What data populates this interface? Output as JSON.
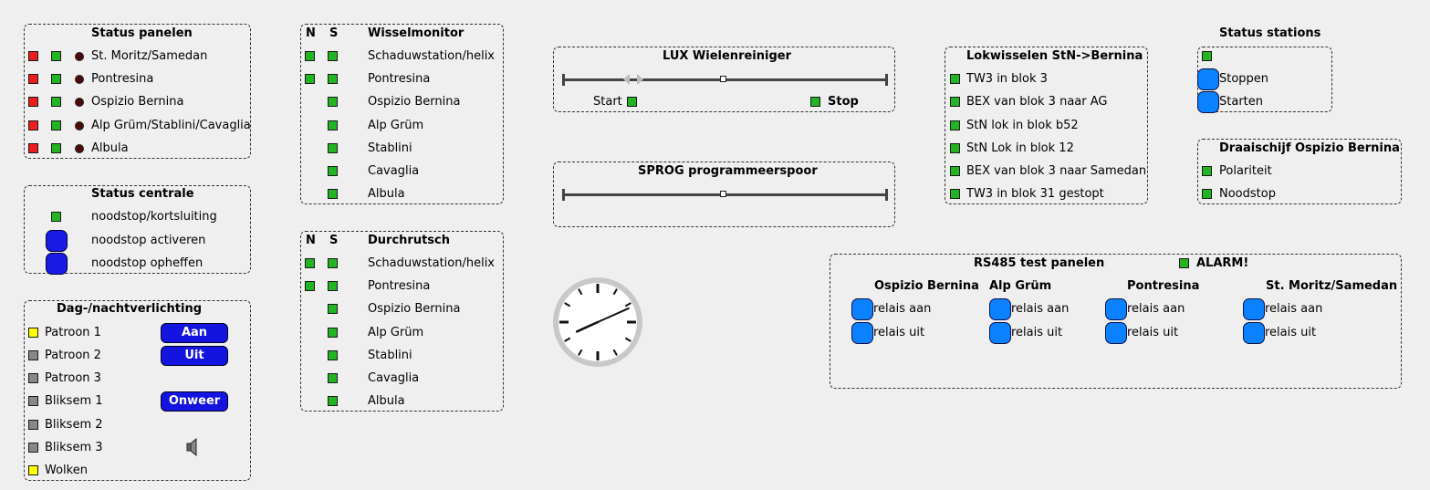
{
  "status_panelen": {
    "title": "Status panelen",
    "rows": [
      "St. Moritz/Samedan",
      "Pontresina",
      "Ospizio Bernina",
      "Alp Grüm/Stablini/Cavaglia",
      "Albula"
    ]
  },
  "status_centrale": {
    "title": "Status centrale",
    "rows": [
      "noodstop/kortsluiting",
      "noodstop activeren",
      "noodstop opheffen"
    ]
  },
  "dag_nacht": {
    "title": "Dag-/nachtverlichting",
    "rows": [
      "Patroon 1",
      "Patroon 2",
      "Patroon 3",
      "Bliksem 1",
      "Bliksem 2",
      "Bliksem 3",
      "Wolken"
    ],
    "aan": "Aan",
    "uit": "Uit",
    "onweer": "Onweer"
  },
  "wisselmonitor": {
    "col_n": "N",
    "col_s": "S",
    "title": "Wisselmonitor",
    "rows": [
      "Schaduwstation/helix",
      "Pontresina",
      "Ospizio Bernina",
      "Alp Grüm",
      "Stablini",
      "Cavaglia",
      "Albula"
    ]
  },
  "durchrutsch": {
    "col_n": "N",
    "col_s": "S",
    "title": "Durchrutsch",
    "rows": [
      "Schaduwstation/helix",
      "Pontresina",
      "Ospizio Bernina",
      "Alp Grüm",
      "Stablini",
      "Cavaglia",
      "Albula"
    ]
  },
  "lux": {
    "title": "LUX Wielenreiniger",
    "start": "Start",
    "stop": "Stop",
    "slider_value": 0.5
  },
  "sprog": {
    "title": "SPROG programmeerspoor",
    "slider_value": 0.5
  },
  "lokwisselen": {
    "title": "Lokwisselen StN->Bernina",
    "rows": [
      "TW3 in blok 3",
      "BEX van blok 3 naar AG",
      "StN lok in blok b52",
      "StN Lok in blok 12",
      "BEX van blok 3 naar Samedan",
      "TW3 in blok 31 gestopt"
    ]
  },
  "status_stations": {
    "title": "Status stations",
    "stoppen": "Stoppen",
    "starten": "Starten"
  },
  "draaischijf": {
    "title": "Draaischijf Ospizio Bernina",
    "rows": [
      "Polariteit",
      "Noodstop"
    ]
  },
  "rs485": {
    "title": "RS485 test panelen",
    "alarm": "ALARM!",
    "groups": [
      {
        "name": "Ospizio Bernina",
        "aan": "relais aan",
        "uit": "relais uit"
      },
      {
        "name": "Alp Grüm",
        "aan": "relais aan",
        "uit": "relais uit"
      },
      {
        "name": "Pontresina",
        "aan": "relais aan",
        "uit": "relais uit"
      },
      {
        "name": "St. Moritz/Samedan",
        "aan": "relais aan",
        "uit": "relais uit"
      }
    ]
  },
  "clock": {
    "hour": 8,
    "minute": 11
  },
  "colors": {
    "green": "#22b422",
    "red": "#ee1c1c",
    "yellow": "#ffff00",
    "gray": "#888888",
    "button_blue": "#0a82ff",
    "dark_blue": "#1414e0"
  }
}
